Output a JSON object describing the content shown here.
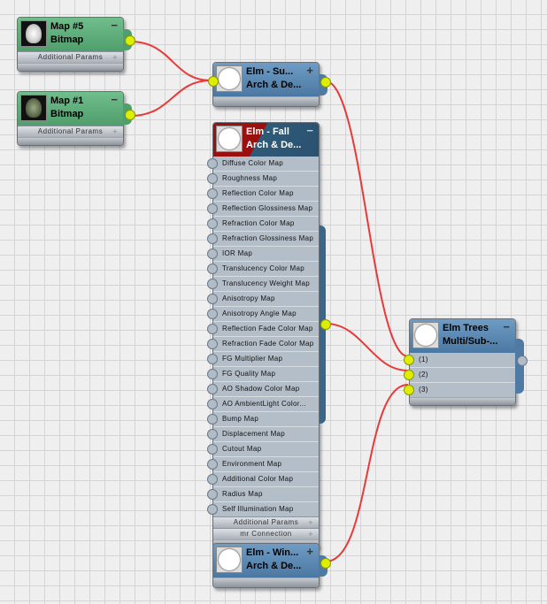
{
  "canvas": {
    "type": "material-editor-node-view"
  },
  "nodes": {
    "map5": {
      "title": "Map #5",
      "subtitle": "Bitmap",
      "control": "−",
      "params_label": "Additional Params",
      "params_expand": "+"
    },
    "map1": {
      "title": "Map #1",
      "subtitle": "Bitmap",
      "control": "−",
      "params_label": "Additional Params",
      "params_expand": "+"
    },
    "elm_su": {
      "title": "Elm - Su...",
      "subtitle": "Arch & De...",
      "control": "+"
    },
    "elm_fall": {
      "title": "Elm - Fall",
      "subtitle": "Arch & De...",
      "control": "−",
      "slots": [
        "Diffuse Color Map",
        "Roughness Map",
        "Reflection Color Map",
        "Reflection Glossiness Map",
        "Refraction Color Map",
        "Refraction Glossiness Map",
        "IOR Map",
        "Translucency Color Map",
        "Translucency Weight Map",
        "Anisotropy Map",
        "Anisotropy Angle Map",
        "Reflection Fade Color Map",
        "Refraction Fade Color Map",
        "FG Multiplier Map",
        "FG Quality Map",
        "AO Shadow Color Map",
        "AO AmbientLight Color...",
        "Bump Map",
        "Displacement Map",
        "Cutout Map",
        "Environment Map",
        "Additional Color Map",
        "Radius Map",
        "Self Illumination Map"
      ],
      "rollouts": [
        {
          "label": "Additional Params",
          "expand": "+"
        },
        {
          "label": "mr Connection",
          "expand": "+"
        }
      ]
    },
    "elm_win": {
      "title": "Elm - Win...",
      "subtitle": "Arch & De...",
      "control": "+"
    },
    "multisub": {
      "title": "Elm Trees",
      "subtitle": "Multi/Sub-...",
      "control": "−",
      "slots": [
        "(1)",
        "(2)",
        "(3)"
      ]
    }
  },
  "colors": {
    "wire": "#e83a3a",
    "socket_connected": "#ddee00",
    "socket_empty": "#b0bcc8"
  }
}
